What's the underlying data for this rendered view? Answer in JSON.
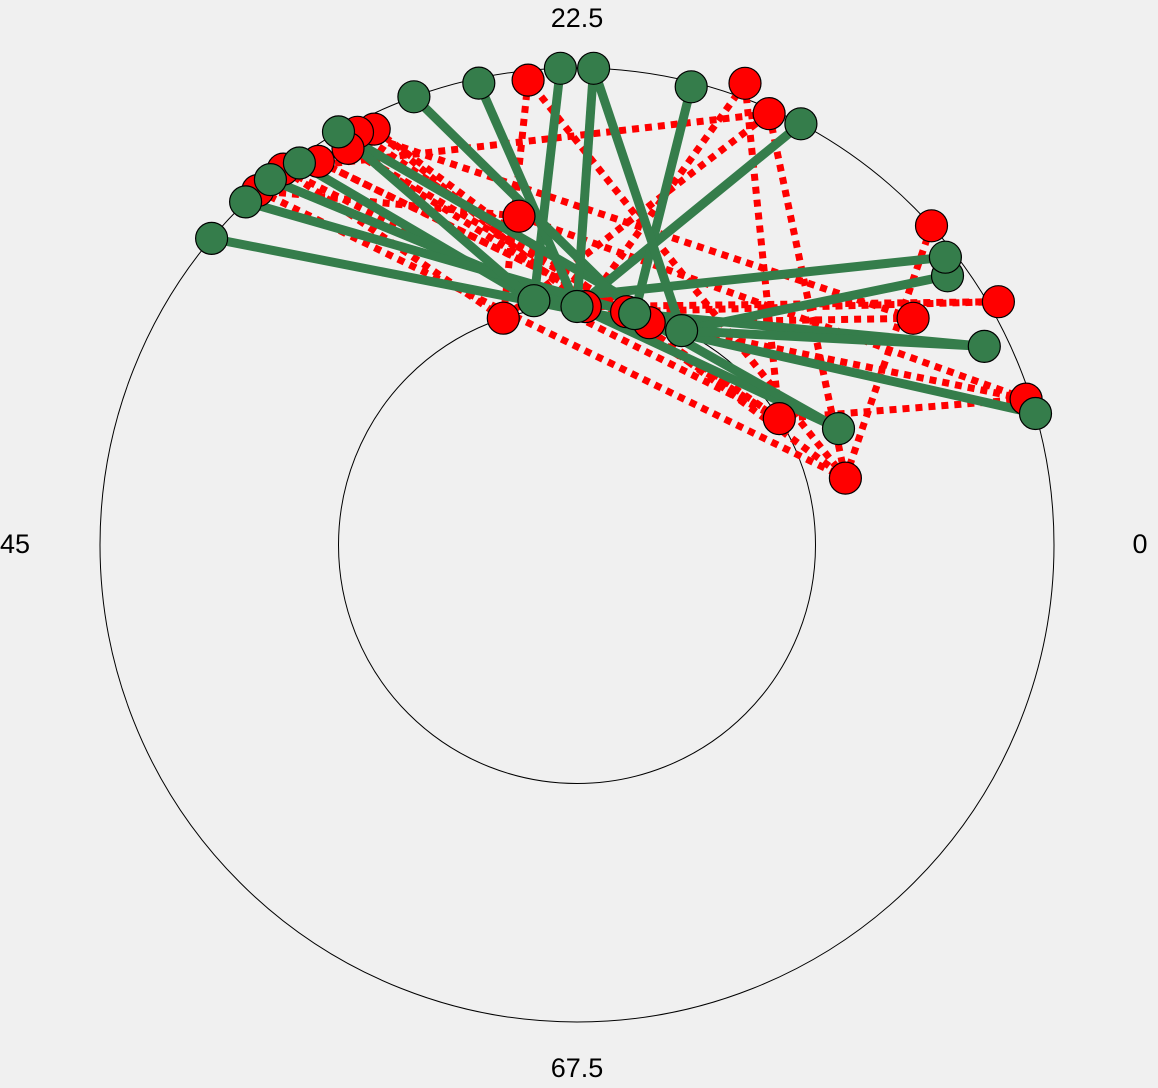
{
  "chart_data": {
    "type": "polar-network",
    "angle_tick_labels": [
      "0",
      "22.5",
      "45",
      "67.5"
    ],
    "colors": {
      "red": "#ff0000",
      "green": "#357d4b",
      "circle": "#000000",
      "background": "#f0f0f0",
      "node_outline": "#000000"
    },
    "series": [
      {
        "color": "red",
        "line_style": "dotted",
        "nodes": [
          {
            "a": 9,
            "r": 0.99
          },
          {
            "a": 21,
            "r": 1.0
          },
          {
            "a": 16,
            "r": 0.5
          },
          {
            "a": 7,
            "r": 0.58
          },
          {
            "a": 17,
            "r": 0.85
          },
          {
            "a": 15,
            "r": 1.02
          },
          {
            "a": 36,
            "r": 0.49
          },
          {
            "a": 39,
            "r": 0.5
          },
          {
            "a": 35,
            "r": 1.03
          },
          {
            "a": 33,
            "r": 0.99
          },
          {
            "a": 48,
            "r": 0.98
          },
          {
            "a": 54,
            "r": 0.5
          },
          {
            "a": 58,
            "r": 0.97
          },
          {
            "a": 59,
            "r": 0.98
          },
          {
            "a": 60,
            "r": 0.96
          },
          {
            "a": 62,
            "r": 0.97
          },
          {
            "a": 64,
            "r": 1.0
          },
          {
            "a": 66,
            "r": 1.0
          },
          {
            "a": 44,
            "r": 0.5
          },
          {
            "a": 50,
            "r": 0.7
          }
        ],
        "edges": [
          [
            0,
            2
          ],
          [
            1,
            3
          ],
          [
            4,
            6
          ],
          [
            5,
            7
          ],
          [
            8,
            2
          ],
          [
            9,
            3
          ],
          [
            10,
            11
          ],
          [
            12,
            3
          ],
          [
            13,
            2
          ],
          [
            14,
            6
          ],
          [
            15,
            7
          ],
          [
            16,
            11
          ],
          [
            17,
            3
          ],
          [
            18,
            5
          ],
          [
            19,
            0
          ],
          [
            18,
            12
          ],
          [
            2,
            16
          ],
          [
            6,
            0
          ],
          [
            7,
            15
          ],
          [
            11,
            9
          ],
          [
            3,
            10
          ],
          [
            19,
            17
          ],
          [
            2,
            14
          ],
          [
            4,
            13
          ],
          [
            8,
            18
          ],
          [
            16,
            9
          ]
        ]
      },
      {
        "color": "green",
        "line_style": "solid",
        "nodes": [
          {
            "a": 8,
            "r": 1.0
          },
          {
            "a": 12,
            "r": 0.6
          },
          {
            "a": 13,
            "r": 0.95
          },
          {
            "a": 18,
            "r": 0.96
          },
          {
            "a": 19,
            "r": 0.98
          },
          {
            "a": 31,
            "r": 1.0
          },
          {
            "a": 38,
            "r": 0.99
          },
          {
            "a": 44,
            "r": 1.0
          },
          {
            "a": 46,
            "r": 1.0
          },
          {
            "a": 51,
            "r": 0.99
          },
          {
            "a": 55,
            "r": 1.0
          },
          {
            "a": 60,
            "r": 1.0
          },
          {
            "a": 63,
            "r": 0.99
          },
          {
            "a": 65,
            "r": 1.0
          },
          {
            "a": 67,
            "r": 1.0
          },
          {
            "a": 70,
            "r": 1.0
          },
          {
            "a": 32,
            "r": 0.5
          },
          {
            "a": 38,
            "r": 0.5
          },
          {
            "a": 45,
            "r": 0.5
          },
          {
            "a": 50,
            "r": 0.52
          }
        ],
        "edges": [
          [
            0,
            19
          ],
          [
            1,
            18
          ],
          [
            2,
            17
          ],
          [
            3,
            16
          ],
          [
            4,
            19
          ],
          [
            5,
            18
          ],
          [
            6,
            17
          ],
          [
            7,
            16
          ],
          [
            8,
            19
          ],
          [
            9,
            18
          ],
          [
            10,
            17
          ],
          [
            11,
            16
          ],
          [
            12,
            19
          ],
          [
            13,
            18
          ],
          [
            14,
            17
          ],
          [
            15,
            16
          ],
          [
            16,
            2
          ],
          [
            17,
            1
          ],
          [
            19,
            11
          ],
          [
            18,
            7
          ]
        ]
      }
    ]
  }
}
